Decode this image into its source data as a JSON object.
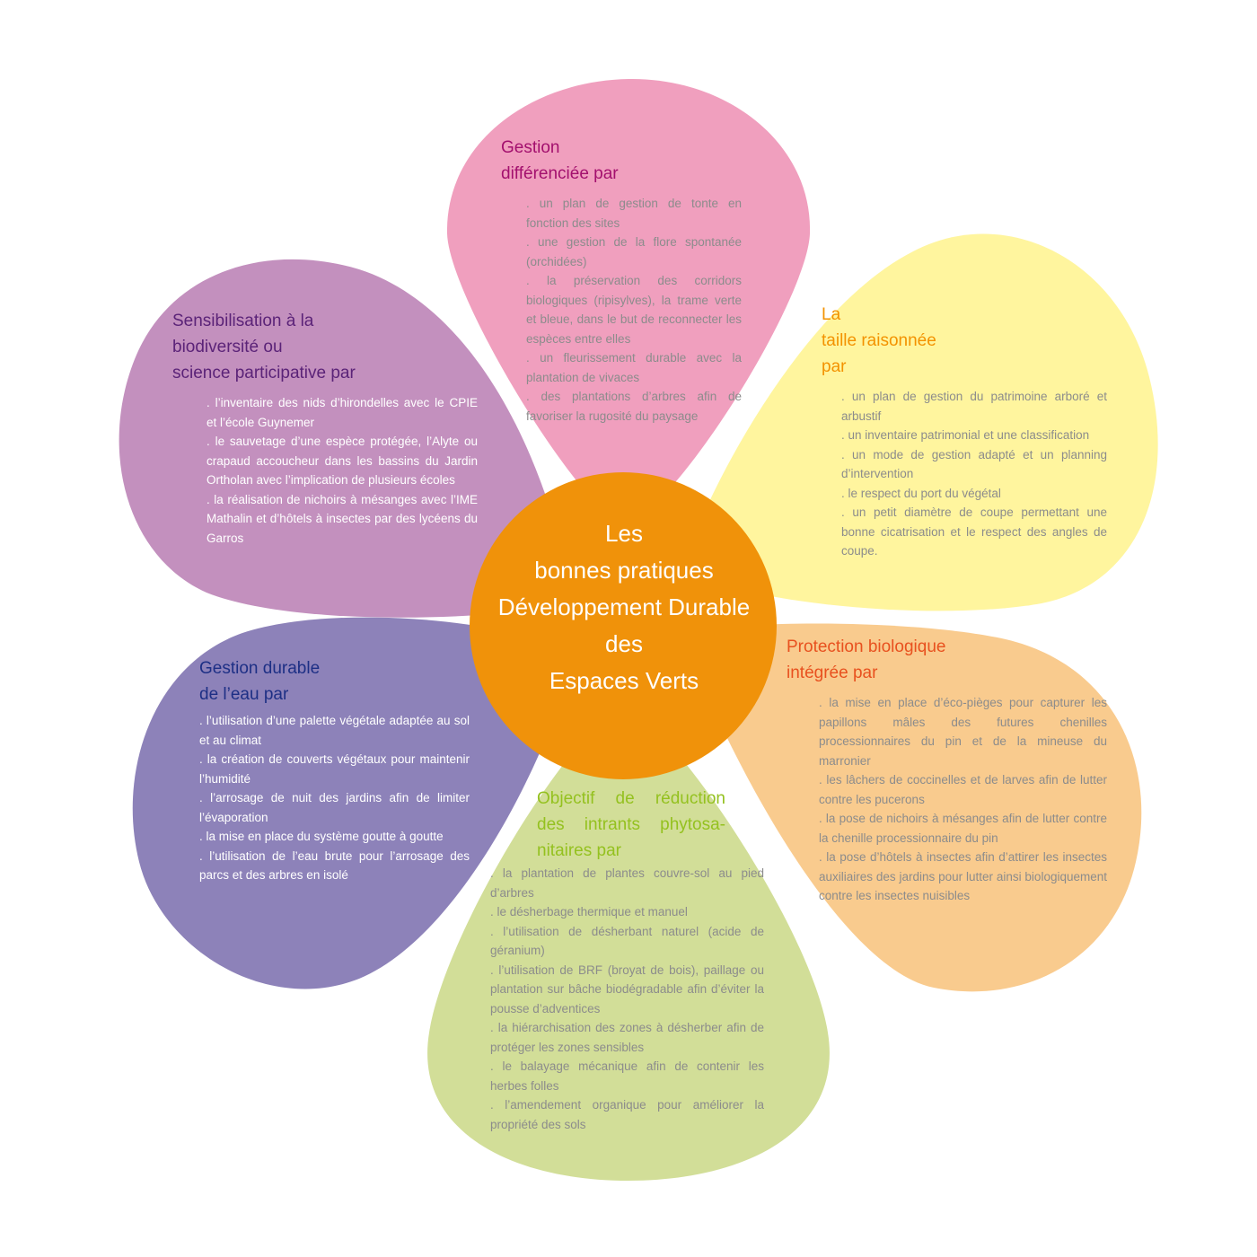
{
  "center": {
    "lines": [
      "Les",
      "bonnes pratiques",
      "Développement Durable",
      "des",
      "Espaces Verts"
    ],
    "color": "#f0920a"
  },
  "petals": {
    "top": {
      "color": "#f09fbe",
      "title_color": "#a3106e",
      "title": [
        "Gestion",
        "différenciée par"
      ],
      "items": [
        ". un plan de gestion de tonte en fonction des sites",
        ". une gestion de la flore spontanée (orchidées)",
        ". la préservation des corridors biologiques (ripisylves), la trame verte et bleue, dans le but de reconnecter les espèces entre elles",
        ". un fleurissement durable avec la plantation de vivaces",
        ". des plantations d’arbres afin de favoriser la rugosité du paysage"
      ]
    },
    "top_right": {
      "color": "#fff59e",
      "title_color": "#f39200",
      "title": [
        "La",
        "taille raisonnée",
        "par"
      ],
      "items": [
        ". un plan de gestion du patrimoine arboré et arbustif",
        ". un inventaire patrimonial et une classification",
        ". un mode de gestion adapté et un planning d’intervention",
        ". le respect du port du végétal",
        ". un petit diamètre de coupe permettant une bonne cicatrisation et le respect des angles de coupe."
      ]
    },
    "bottom_right": {
      "color": "#f9cb8e",
      "title_color": "#e8511f",
      "title": [
        "Protection biologique",
        "intégrée par"
      ],
      "items": [
        ". la mise en place d’éco-pièges pour capturer les papillons mâles des futures chenilles processionnaires du pin et de la mineuse du marronier",
        ". les lâchers de coccinelles et de larves afin de lutter contre les pucerons",
        ". la pose de nichoirs à mésanges afin de lutter contre la chenille processionnaire du pin",
        ". la pose d’hôtels à insectes afin d’attirer les insectes auxiliaires des jardins pour lutter ainsi biologiquement contre les insectes nuisibles"
      ]
    },
    "bottom": {
      "color": "#d2de98",
      "title_color": "#94c11f",
      "title": [
        "Objectif de réduction",
        "des intrants phytosa-",
        "nitaires par"
      ],
      "items": [
        ". la plantation de plantes couvre-sol au pied d’arbres",
        ". le désherbage thermique et manuel",
        ". l’utilisation de désherbant naturel (acide de géranium)",
        ". l’utilisation de BRF (broyat de bois), paillage ou plantation sur bâche biodégradable afin d’éviter la pousse d’adventices",
        ". la hiérarchisation des zones à désherber afin de protéger les zones sensibles",
        ". le balayage mécanique afin de contenir les herbes folles",
        ". l’amendement organique pour améliorer la propriété des sols"
      ]
    },
    "bottom_left": {
      "color": "#8d82b9",
      "title_color": "#1d2f85",
      "items_color": "#ffffff",
      "title": [
        "Gestion durable",
        "de l’eau par"
      ],
      "items": [
        ". l’utilisation d’une palette végétale adaptée au sol et au climat",
        ". la création de couverts végétaux pour maintenir l’humidité",
        ". l’arrosage de nuit des jardins afin de limiter l’évaporation",
        ". la mise en place du système goutte à goutte",
        ". l’utilisation de l’eau brute pour l’arrosage des parcs et des arbres en isolé"
      ]
    },
    "top_left": {
      "color": "#c390be",
      "title_color": "#5b2378",
      "items_color": "#ffffff",
      "title": [
        "Sensibilisation à la",
        "biodiversité ou",
        "science participative par"
      ],
      "items": [
        ". l’inventaire des nids d’hirondelles avec le CPIE et l’école Guynemer",
        ". le sauvetage d’une espèce protégée, l’Alyte ou crapaud accoucheur dans les bassins du Jardin Ortholan avec l’implication de plusieurs écoles",
        ". la réalisation de nichoirs à mésanges avec l’IME Mathalin et d’hôtels à insectes par des lycéens du Garros"
      ]
    }
  }
}
